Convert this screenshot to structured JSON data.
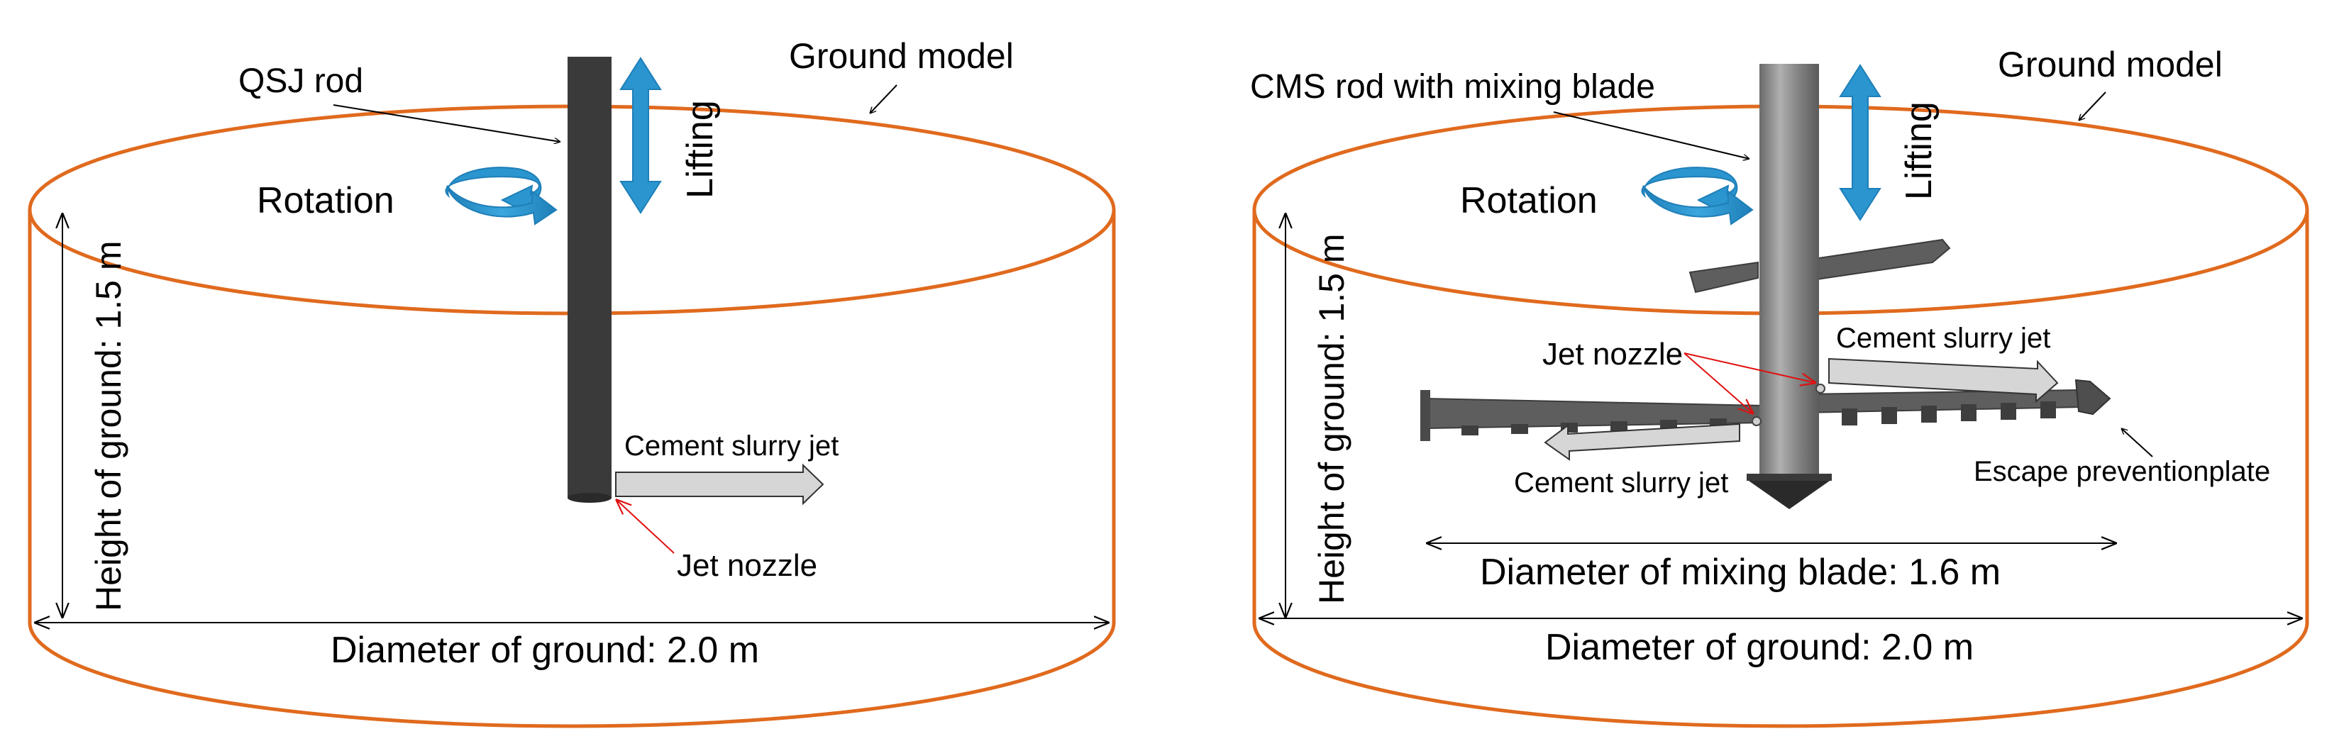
{
  "colors": {
    "ground_outline": "#e06a1e",
    "lift_arrow": "#2a95cf",
    "rotation_arrow": "#2a95cf",
    "qsj_rod": "#3a3a3a",
    "cms_rod": "#8a8a8a",
    "blade": "#5e5e5e",
    "jet_arrow_fill": "#d6d6d6",
    "nozzle_pointer": "#e01010"
  },
  "left_panel": {
    "rod_label": "QSJ rod",
    "ground_label": "Ground model",
    "rotation_label": "Rotation",
    "lifting_label": "Lifting",
    "height_label": "Height of ground: 1.5 m",
    "diameter_label": "Diameter of ground: 2.0 m",
    "jet_label": "Cement slurry jet",
    "nozzle_label": "Jet nozzle",
    "icons": [
      "rotation-arrow-icon",
      "lifting-arrow-icon"
    ]
  },
  "right_panel": {
    "rod_label": "CMS rod with mixing blade",
    "ground_label": "Ground model",
    "rotation_label": "Rotation",
    "lifting_label": "Lifting",
    "height_label": "Height of ground: 1.5 m",
    "diameter_label": "Diameter of ground: 2.0 m",
    "blade_label": "Diameter of mixing blade: 1.6 m",
    "jet_right_label": "Cement slurry jet",
    "jet_left_label": "Cement slurry jet",
    "nozzle_label": "Jet nozzle",
    "plate_label": "Escape preventionplate",
    "icons": [
      "rotation-arrow-icon",
      "lifting-arrow-icon"
    ]
  }
}
